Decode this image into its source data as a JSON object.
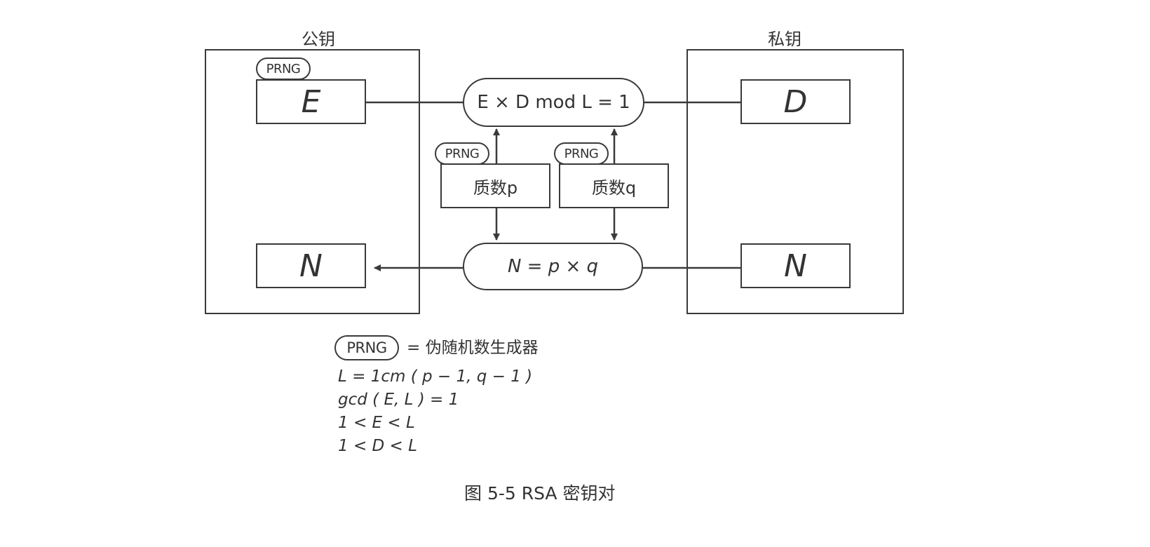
{
  "public_key": {
    "title": "公钥",
    "e_label": "E",
    "n_label": "N",
    "prng": "PRNG"
  },
  "private_key": {
    "title": "私钥",
    "d_label": "D",
    "n_label": "N"
  },
  "equations": {
    "ed_mod": "E × D  mod  L = 1",
    "n_eq": "N = p × q"
  },
  "primes": {
    "p": "质数p",
    "q": "质数q",
    "prng": "PRNG"
  },
  "legend": {
    "prng_tag": "PRNG",
    "prng_def": "= 伪随机数生成器",
    "lines": [
      "L = 1cm ( p − 1,  q − 1 )",
      "gcd ( E,  L ) = 1",
      "1 < E < L",
      "1 < D < L"
    ]
  },
  "caption": "图 5-5   RSA 密钥对",
  "colors": {
    "stroke": "#3a3a3a",
    "text": "#333333"
  }
}
